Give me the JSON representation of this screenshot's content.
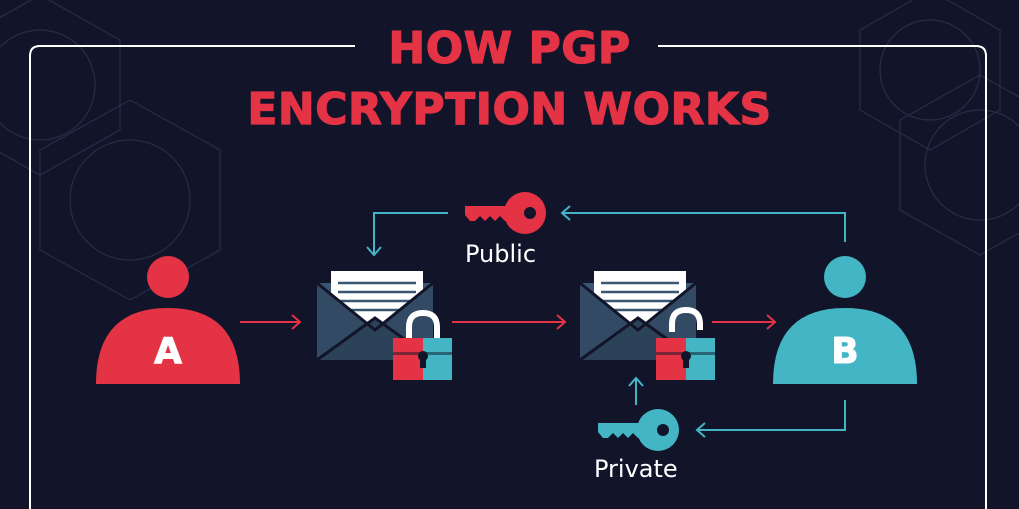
{
  "title": {
    "line1": "HOW PGP",
    "line2": "ENCRYPTION WORKS"
  },
  "people": {
    "sender": "A",
    "recipient": "B"
  },
  "keys": {
    "public_label": "Public",
    "private_label": "Private"
  },
  "colors": {
    "background": "#12152a",
    "red": "#e53346",
    "teal": "#43b5c5",
    "envelope": "#3a5572",
    "paper": "#ffffff",
    "frame": "#ffffff"
  }
}
